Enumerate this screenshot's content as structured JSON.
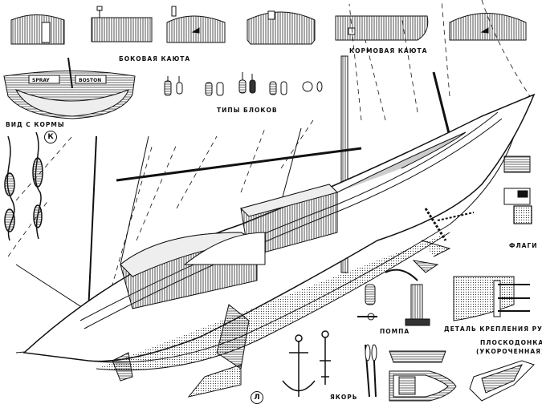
{
  "title_labels": {
    "side_cabin": "БОКОВАЯ КАЮТА",
    "stern_cabin": "КОРМОВАЯ КАЮТА",
    "stern_view": "ВИД С КОРМЫ",
    "block_types": "ТИПЫ БЛОКОВ",
    "flags": "ФЛАГИ",
    "pump": "ПОМПА",
    "rudder_detail": "ДЕТАЛЬ КРЕПЛЕНИЯ РУЛЯ",
    "dinghy_line1": "ПЛОСКОДОНКА",
    "dinghy_line2": "(УКОРОЧЕННАЯ)",
    "anchor": "ЯКОРЬ"
  },
  "callouts": {
    "k": "К",
    "l": "Л"
  },
  "stern_plate": {
    "name": "SPRAY",
    "port": "BOSTON"
  }
}
